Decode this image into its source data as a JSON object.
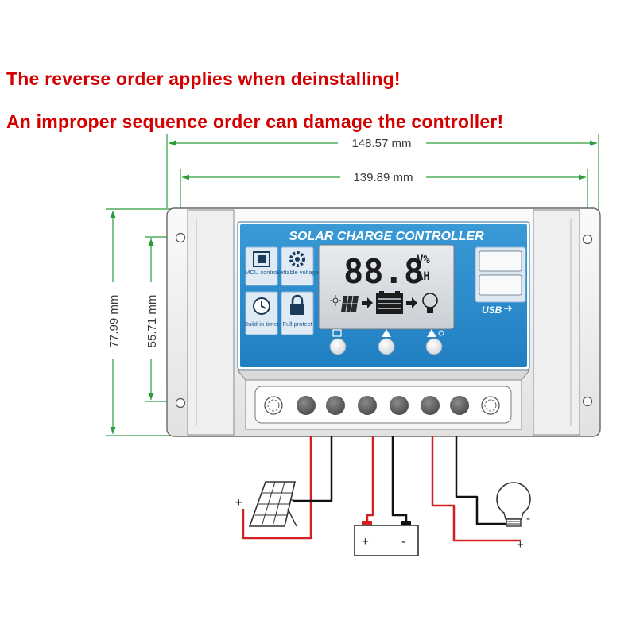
{
  "warnings": [
    "The reverse order applies when deinstalling!",
    "An improper sequence order can damage the controller!"
  ],
  "dimensions": {
    "overall_width": "148.57 mm",
    "hole_spacing_width": "139.89 mm",
    "overall_height": "77.99 mm",
    "hole_spacing_height": "55.71 mm"
  },
  "panel": {
    "title": "SOLAR CHARGE CONTROLLER",
    "features": [
      "MCU control",
      "Settable voltage",
      "Build-in timer",
      "Full protect"
    ],
    "display": {
      "digits": "88.8",
      "unit_top": "V%",
      "unit_bottom": "AH"
    },
    "usb_label": "USB"
  },
  "wiring": {
    "solar_plus": "+",
    "solar_minus": "-",
    "battery_plus": "+",
    "battery_minus": "-",
    "load_minus": "-",
    "load_plus": "+"
  },
  "colors": {
    "warning": "#d40000",
    "panel_blue": "#2b8fd0",
    "dimension_line": "#2a9d3a",
    "wire_positive": "#d42020",
    "wire_negative": "#111111"
  }
}
